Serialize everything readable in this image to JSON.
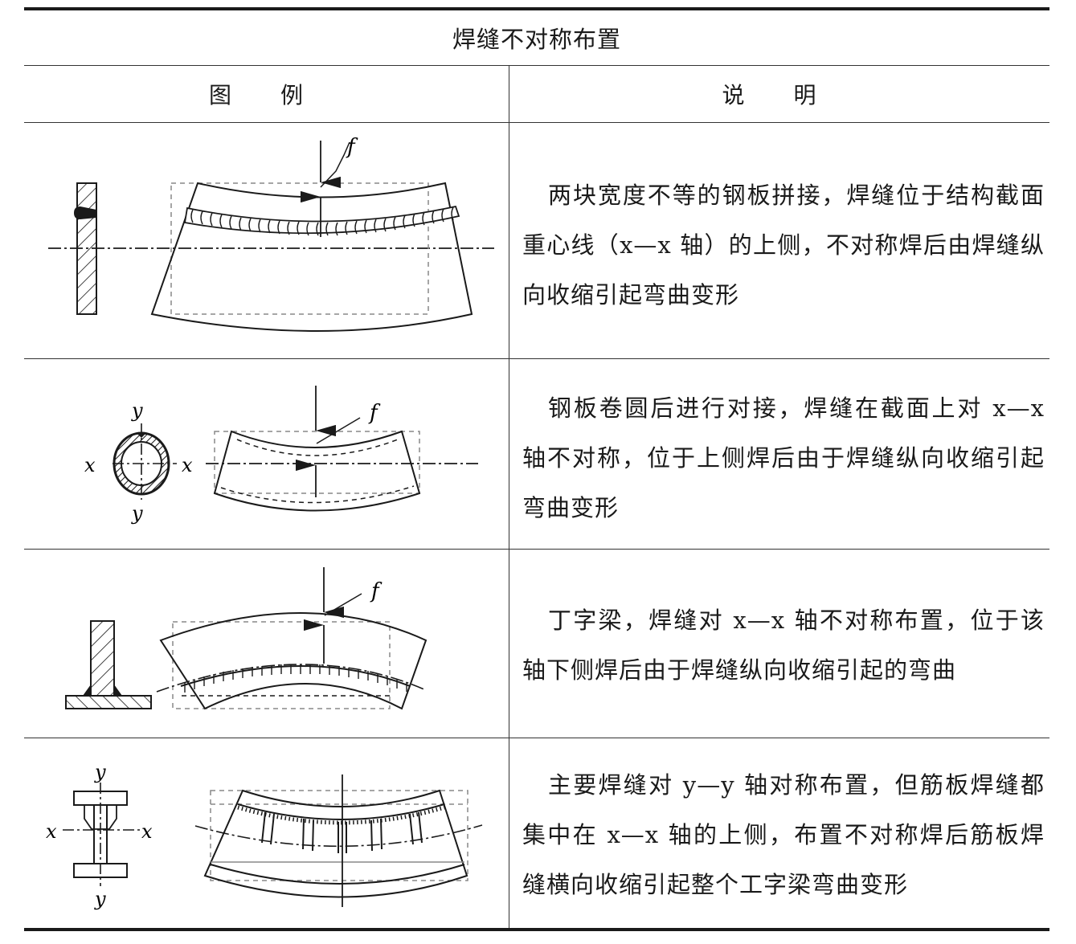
{
  "table": {
    "title": "焊缝不对称布置",
    "headers": {
      "figure": "图 例",
      "description": "说 明"
    },
    "rows": [
      {
        "figure_label": "f",
        "figure_axes": [],
        "description": "两块宽度不等的钢板拼接，焊缝位于结构截面重心线（x—x 轴）的上侧，不对称焊后由焊缝纵向收缩引起弯曲变形"
      },
      {
        "figure_label": "f",
        "figure_axes": [
          "x",
          "x",
          "y",
          "y"
        ],
        "description": "钢板卷圆后进行对接，焊缝在截面上对 x—x 轴不对称，位于上侧焊后由于焊缝纵向收缩引起弯曲变形"
      },
      {
        "figure_label": "f",
        "figure_axes": [],
        "description": "丁字梁，焊缝对 x—x 轴不对称布置，位于该轴下侧焊后由于焊缝纵向收缩引起的弯曲"
      },
      {
        "figure_label": "",
        "figure_axes": [
          "y",
          "y",
          "x",
          "x"
        ],
        "description": "主要焊缝对 y—y 轴对称布置，但筋板焊缝都集中在 x—x 轴的上侧，布置不对称焊后筋板焊缝横向收缩引起整个工字梁弯曲变形"
      }
    ]
  },
  "colors": {
    "line": "#1a1a1a",
    "dashed": "#888888"
  }
}
